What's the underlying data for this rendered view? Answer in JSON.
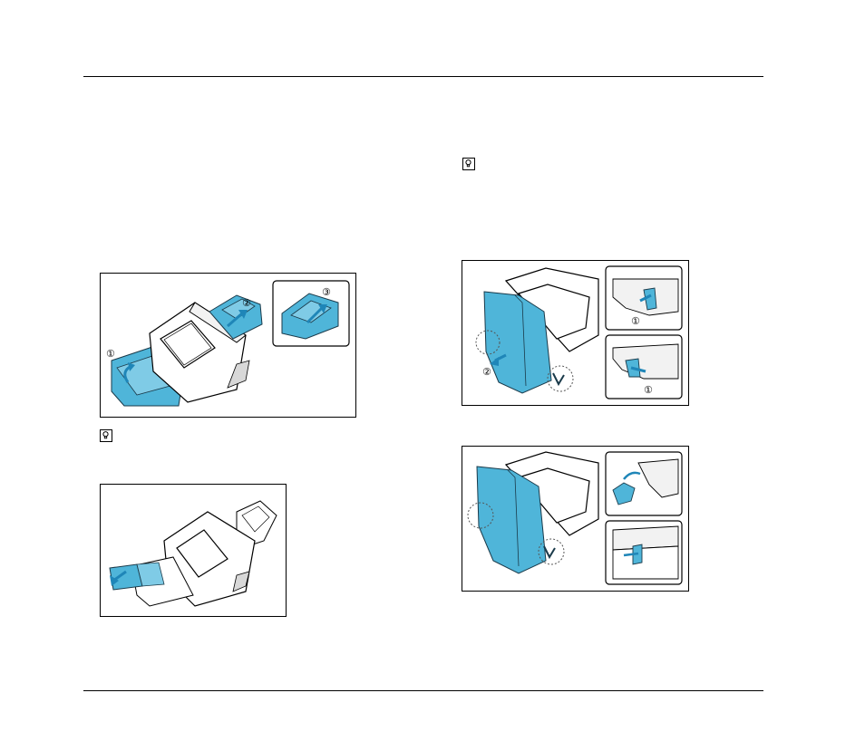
{
  "page": {
    "background": "#ffffff",
    "accent_color": "#4fb5d9",
    "accent_dark": "#1f86b8",
    "line_color": "#000000"
  },
  "icons": {
    "hint": "hint-lightbulb-icon"
  },
  "figures": {
    "fig1": {
      "step_labels": [
        "①",
        "②",
        "③"
      ]
    },
    "fig2": {
      "step_labels": []
    },
    "fig3": {
      "step_labels": [
        "①",
        "①",
        "②"
      ]
    },
    "fig4": {
      "step_labels": []
    }
  }
}
